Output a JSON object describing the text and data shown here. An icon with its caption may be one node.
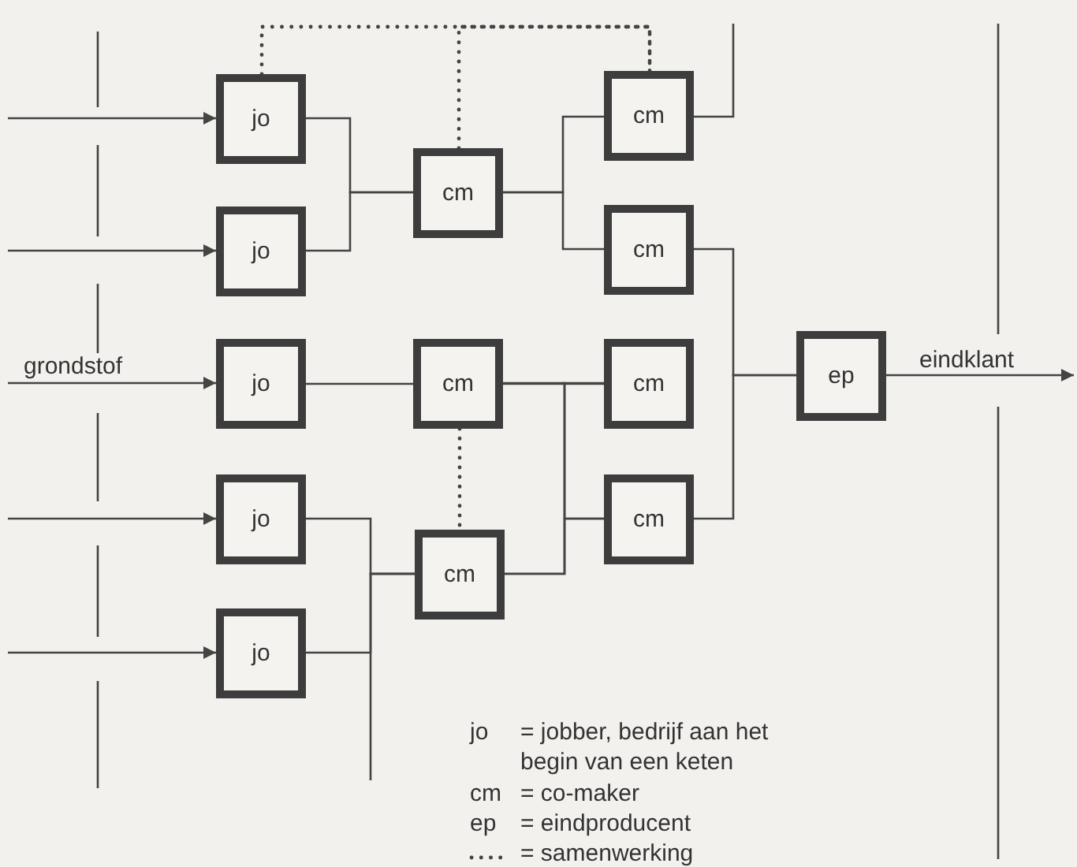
{
  "diagram": {
    "nodes": [
      {
        "text": [
          "jo"
        ]
      },
      {
        "text": [
          "jo"
        ]
      },
      {
        "text": [
          "jo"
        ]
      },
      {
        "text": [
          "jo"
        ]
      },
      {
        "text": [
          "jo"
        ]
      },
      {
        "text": [
          "cm"
        ]
      },
      {
        "text": [
          "cm"
        ]
      },
      {
        "text": [
          "cm"
        ]
      },
      {
        "text": [
          "cm"
        ]
      },
      {
        "text": [
          "cm"
        ]
      },
      {
        "text": [
          "cm"
        ]
      },
      {
        "text": [
          "cm"
        ]
      },
      {
        "text": [
          "ep"
        ]
      }
    ],
    "edges": [
      {
        "from": null,
        "to": 0,
        "arrow": "to"
      },
      {
        "from": null,
        "to": 1,
        "arrow": "to"
      },
      {
        "from": null,
        "to": 2,
        "arrow": "to",
        "label": "grondstof"
      },
      {
        "from": null,
        "to": 3,
        "arrow": "to"
      },
      {
        "from": null,
        "to": 4,
        "arrow": "to"
      },
      {
        "from": 0,
        "to": 5,
        "arrow": "none"
      },
      {
        "from": 1,
        "to": 5,
        "arrow": "none"
      },
      {
        "from": 2,
        "to": 6,
        "arrow": "none"
      },
      {
        "from": 3,
        "to": 7,
        "arrow": "none"
      },
      {
        "from": 4,
        "to": 7,
        "arrow": "none"
      },
      {
        "from": null,
        "to": 7,
        "arrow": "none"
      },
      {
        "from": 5,
        "to": 8,
        "arrow": "none"
      },
      {
        "from": 5,
        "to": 9,
        "arrow": "none"
      },
      {
        "from": 6,
        "to": 10,
        "arrow": "none"
      },
      {
        "from": 6,
        "to": 11,
        "arrow": "none"
      },
      {
        "from": 7,
        "to": 10,
        "arrow": "none"
      },
      {
        "from": 7,
        "to": 11,
        "arrow": "none"
      },
      {
        "from": 8,
        "to": null,
        "arrow": "none"
      },
      {
        "from": 9,
        "to": 12,
        "arrow": "none"
      },
      {
        "from": 11,
        "to": 12,
        "arrow": "none"
      },
      {
        "from": 12,
        "to": null,
        "arrow": "to",
        "label": "eindklant"
      },
      {
        "from": 0,
        "to": 8,
        "arrow": "none",
        "style": "dashed"
      },
      {
        "from": 5,
        "to": 8,
        "arrow": "none",
        "style": "dashed"
      },
      {
        "from": 6,
        "to": 7,
        "arrow": "none",
        "style": "dashed"
      }
    ],
    "labels": [
      "jo",
      "= jobber, bedrijf aan het begin van een keten",
      "cm",
      "= co-maker",
      "ep",
      "= eindproducent"
    ],
    "legend": [
      {
        "text": "= samenwerking"
      }
    ]
  }
}
